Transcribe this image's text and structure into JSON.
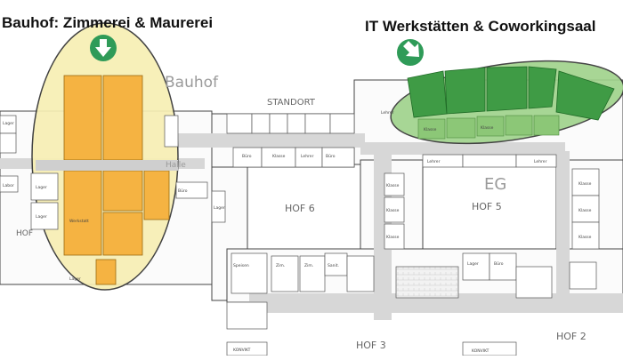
{
  "headings": {
    "left": "Bauhof: Zimmerei & Maurerei",
    "right": "IT Werkstätten & Coworkingsaal"
  },
  "area_labels": {
    "bauhof": "Bauhof",
    "standort": "STANDORT",
    "eg": "EG",
    "hof6": "HOF 6",
    "hof5": "HOF 5",
    "hof3": "HOF 3",
    "hof2": "HOF 2",
    "hof_left": "HOF",
    "halle": "Halle"
  },
  "room_labels": {
    "lager1": "Lager",
    "lager2": "Lager",
    "lager3": "Lager",
    "lager4": "Lager",
    "lager5": "Lager",
    "lager6": "Lager",
    "labor": "Labor",
    "werkstatt": "Werkstatt",
    "buero1": "Büro",
    "buero2": "Büro",
    "buero3": "Büro",
    "buero4": "Büro",
    "klasse1": "Klasse",
    "klasse2": "Klasse",
    "klasse3": "Klasse",
    "klasse4": "Klasse",
    "klasse5": "Klasse",
    "klasse6": "Klasse",
    "klasse7": "Klasse",
    "klasse8": "Klasse",
    "klasse9": "Klasse",
    "lehrer1": "Lehrer",
    "lehrer2": "Lehrer",
    "lehrer3": "Lehrer",
    "lehrer4": "Lehrer",
    "speisen": "Speisen",
    "sanitaer": "Sanit.",
    "zimmer1": "Zim.",
    "zimmer2": "Zim.",
    "konvikt1": "KONVIKT",
    "konvikt2": "KONVIKT"
  },
  "colors": {
    "yellow_highlight": "#f7efb4",
    "orange_room": "#f5b342",
    "green_highlight": "#9fd28a",
    "green_room": "#3f9b45",
    "arrow_green": "#2f9b58",
    "corridor": "#d7d7d7",
    "wall": "#444444"
  },
  "icons": {
    "left_arrow": "arrow-down-icon",
    "right_arrow": "arrow-down-right-icon"
  }
}
